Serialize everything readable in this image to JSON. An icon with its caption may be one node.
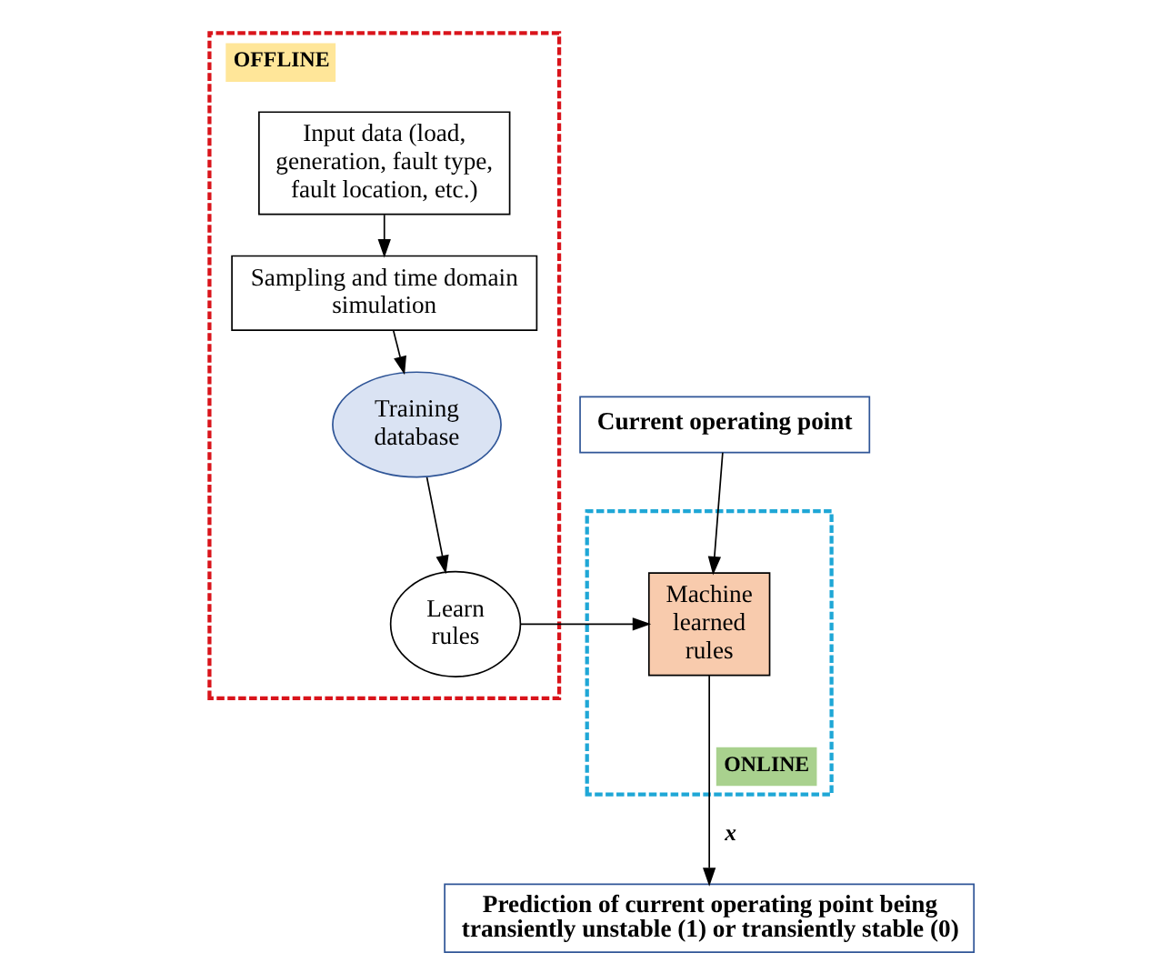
{
  "diagram": {
    "nodes": [
      {
        "text": [
          "OFFLINE"
        ]
      },
      {
        "text": [
          "Input data (load, generation, fault type, fault location, etc.)"
        ],
        "in": 0
      },
      {
        "text": [
          "Sampling and time domain simulation"
        ],
        "in": 0
      },
      {
        "text": [
          "Training database"
        ],
        "in": 0
      },
      {
        "text": [
          "Learn rules"
        ],
        "in": 0
      },
      {
        "text": [
          "Current operating point"
        ]
      },
      {
        "text": [
          "ONLINE"
        ]
      },
      {
        "text": [
          "Machine learned rules"
        ],
        "in": 6
      },
      {
        "text": [
          "Prediction of current operating point being transiently unstable (1) or transiently stable (0)"
        ]
      }
    ],
    "edges": [
      {
        "from": 1,
        "to": 2,
        "arrow": "to"
      },
      {
        "from": 2,
        "to": 3,
        "arrow": "to"
      },
      {
        "from": 3,
        "to": 4,
        "arrow": "to"
      },
      {
        "from": 4,
        "to": 7,
        "arrow": "to"
      },
      {
        "from": 5,
        "to": 7,
        "arrow": "to"
      },
      {
        "from": 7,
        "to": 8,
        "arrow": "to",
        "label": "x"
      }
    ]
  }
}
